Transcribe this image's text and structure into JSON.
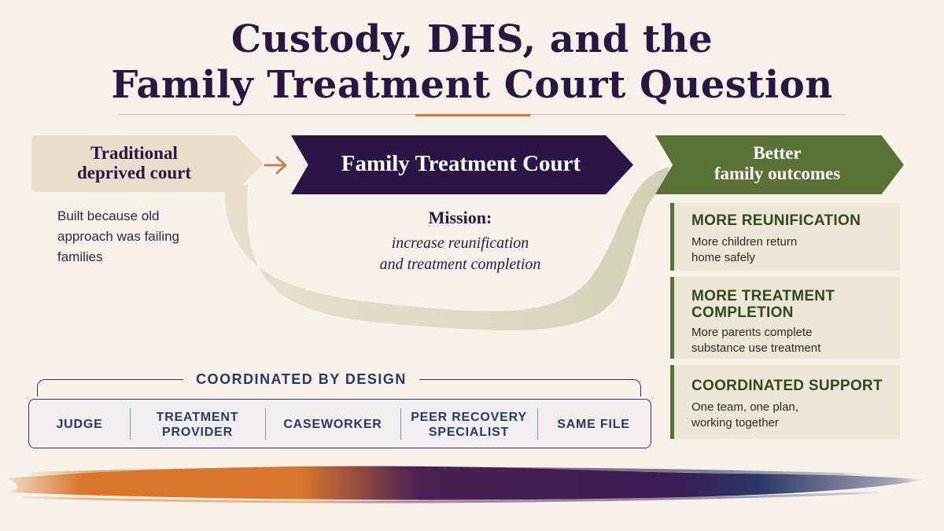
{
  "title": {
    "line1": "Custody, DHS, and the",
    "line2": "Family Treatment Court Question"
  },
  "traditional": {
    "label_line1": "Traditional",
    "label_line2": "deprived court",
    "desc": "Built because old approach was failing families"
  },
  "ftc": {
    "label": "Family Treatment Court",
    "mission_title": "Mission:",
    "mission_line1": "increase reunification",
    "mission_line2": "and treatment completion"
  },
  "outcomes": {
    "label_line1": "Better",
    "label_line2": "family outcomes",
    "cards": [
      {
        "title_line1": "MORE REUNIFICATION",
        "title_line2": "",
        "text_line1": "More children return",
        "text_line2": "home safely"
      },
      {
        "title_line1": "MORE TREATMENT",
        "title_line2": "COMPLETION",
        "text_line1": "More parents complete",
        "text_line2": "substance use treatment"
      },
      {
        "title_line1": "COORDINATED SUPPORT",
        "title_line2": "",
        "text_line1": "One team, one plan,",
        "text_line2": "working together"
      }
    ]
  },
  "coordination": {
    "title": "COORDINATED BY DESIGN",
    "roles": [
      {
        "line1": "JUDGE",
        "line2": ""
      },
      {
        "line1": "TREATMENT",
        "line2": "PROVIDER"
      },
      {
        "line1": "CASEWORKER",
        "line2": ""
      },
      {
        "line1": "PEER RECOVERY",
        "line2": "SPECIALIST"
      },
      {
        "line1": "SAME FILE",
        "line2": ""
      }
    ]
  },
  "colors": {
    "purple": "#2b1446",
    "green": "#5b7236",
    "beige": "#e9ddcb",
    "orange": "#d9762c",
    "navy": "#2c3766"
  }
}
